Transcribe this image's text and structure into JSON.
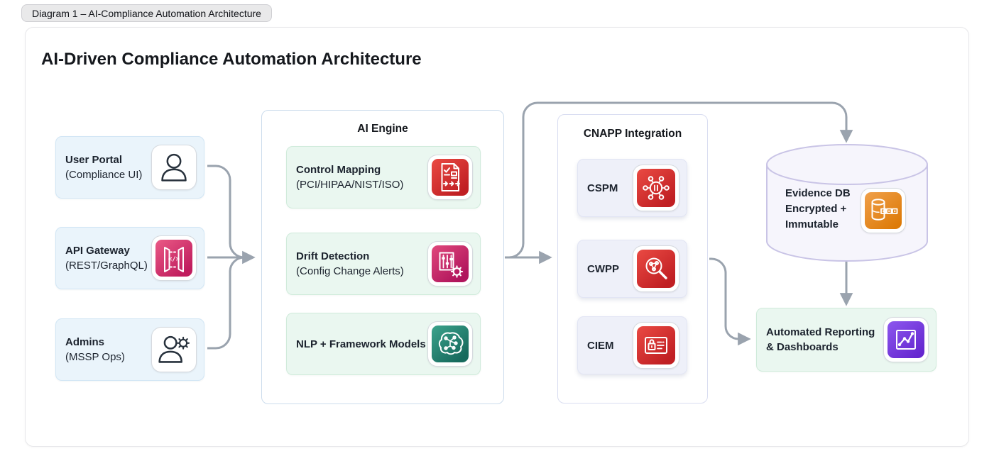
{
  "page": {
    "tab_label": "Diagram 1 – AI-Compliance Automation Architecture",
    "title": "AI-Driven Compliance Automation Architecture"
  },
  "sources": [
    {
      "title": "User Portal",
      "subtitle": "(Compliance UI)",
      "icon": "person-icon"
    },
    {
      "title": "API Gateway",
      "subtitle": "(REST/GraphQL)",
      "icon": "api-gateway-icon"
    },
    {
      "title": "Admins",
      "subtitle": "(MSSP Ops)",
      "icon": "person-gear-icon"
    }
  ],
  "ai_engine": {
    "title": "AI Engine",
    "items": [
      {
        "title": "Control Mapping",
        "subtitle": "(PCI/HIPAA/NIST/ISO)",
        "icon": "control-mapping-icon"
      },
      {
        "title": "Drift Detection",
        "subtitle": "(Config Change Alerts)",
        "icon": "drift-detection-icon"
      },
      {
        "title": "NLP + Framework Models",
        "subtitle": "",
        "icon": "nlp-framework-icon"
      }
    ]
  },
  "cnapp": {
    "title": "CNAPP Integration",
    "items": [
      {
        "title": "CSPM",
        "icon": "cspm-hub-icon"
      },
      {
        "title": "CWPP",
        "icon": "cwpp-magnifier-icon"
      },
      {
        "title": "CIEM",
        "icon": "ciem-id-lock-icon"
      }
    ]
  },
  "evidence_db": {
    "line1": "Evidence DB",
    "line2": "Encrypted +",
    "line3": "Immutable",
    "icon": "database-ledger-icon"
  },
  "reporting": {
    "line1": "Automated Reporting",
    "line2": "& Dashboards",
    "icon": "dashboard-chart-icon"
  },
  "icons": {
    "api_glyph": "</>"
  },
  "colors": {
    "arrow": "#9aa3ae",
    "source_box": "#eaf4fb",
    "engine_item_box": "#eaf7f0",
    "cnapp_item_box": "#eef0f9",
    "evidence_cylinder": "#f6f5fc",
    "icon_pink": "#cb1f5e",
    "icon_red": "#d8262c",
    "icon_magenta": "#c21766",
    "icon_teal": "#218f7b",
    "icon_orange": "#e2840f",
    "icon_purple": "#7436d8"
  }
}
